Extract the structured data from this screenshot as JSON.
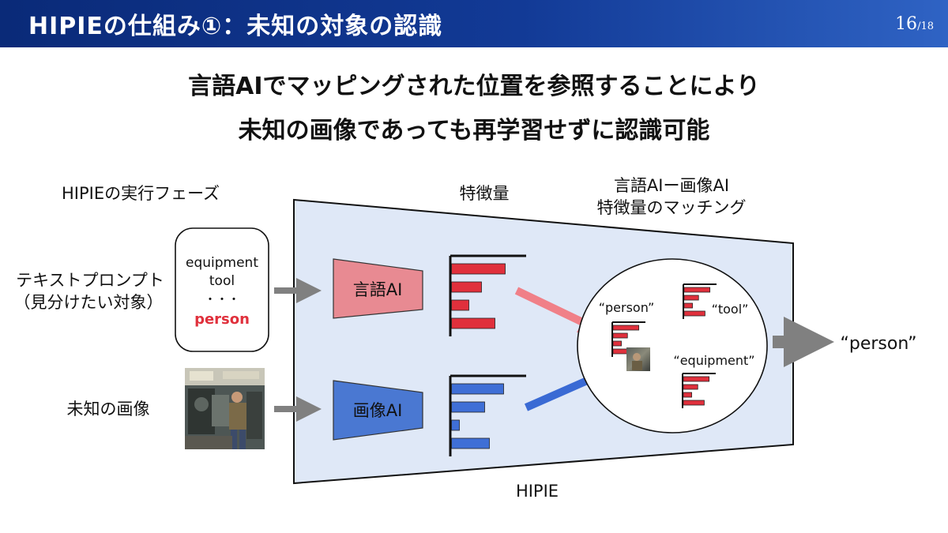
{
  "header": {
    "title": "HIPIEの仕組み①：未知の対象の認識",
    "page": "16",
    "page_separator": "/",
    "page_total": "18"
  },
  "subtitle": {
    "line1": "言語AIでマッピングされた位置を参照することにより",
    "line2": "未知の画像であっても再学習せずに認識可能"
  },
  "diagram": {
    "phase_label": "HIPIEの実行フェーズ",
    "feature_label": "特徴量",
    "matching_label_line1": "言語AIー画像AI",
    "matching_label_line2": "特徴量のマッチング",
    "text_prompt_line1": "テキストプロンプト",
    "text_prompt_line2": "（見分けたい対象）",
    "prompt_items": [
      "equipment",
      "tool",
      "・・・",
      "person"
    ],
    "unknown_image_label": "未知の画像",
    "language_ai_label": "言語AI",
    "image_ai_label": "画像AI",
    "hipie_label": "HIPIE",
    "match_labels": {
      "person": "“person”",
      "tool": "“tool”",
      "equipment": "“equipment”"
    },
    "output_label": "“person”",
    "colors": {
      "language": "#e0303c",
      "image": "#3f6fd6",
      "language_trap": "#e88a92",
      "image_trap": "#4a78d2",
      "panel": "#dfe8f7",
      "arrow_gray": "#808080"
    },
    "language_feature_values": [
      0.68,
      0.38,
      0.22,
      0.55
    ],
    "image_feature_values": [
      0.66,
      0.42,
      0.1,
      0.48
    ]
  }
}
